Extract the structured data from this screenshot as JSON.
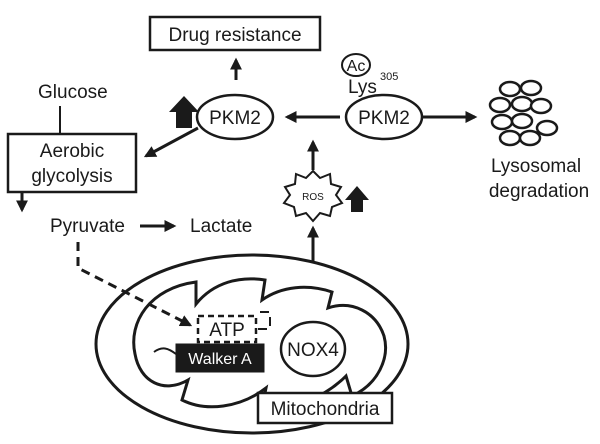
{
  "labels": {
    "drug_resistance": "Drug resistance",
    "glucose": "Glucose",
    "aerobic_glycolysis_line1": "Aerobic",
    "aerobic_glycolysis_line2": "glycolysis",
    "pyruvate": "Pyruvate",
    "lactate": "Lactate",
    "pkm2_left": "PKM2",
    "pkm2_right": "PKM2",
    "ac": "Ac",
    "lys": "Lys",
    "lys_position": "305",
    "ros": "ROS",
    "lysosomal_line1": "Lysosomal",
    "lysosomal_line2": "degradation",
    "atp": "ATP",
    "walker_a": "Walker A",
    "nox4": "NOX4",
    "mitochondria": "Mitochondria"
  },
  "colors": {
    "ink": "#1a1a1a",
    "background": "#ffffff"
  },
  "icons": {
    "up_arrow": "thick-up-arrow-icon",
    "lysosome_cluster": "lysosome-vesicles-icon"
  }
}
